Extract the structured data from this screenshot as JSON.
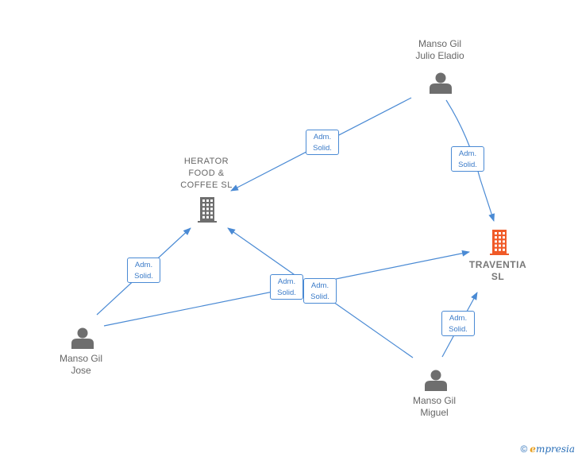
{
  "colors": {
    "edge": "#4a8ad4",
    "badge_text": "#3b7bc8",
    "person_icon": "#6e6e6e",
    "company_icon": "#6e6e6e",
    "company_primary_icon": "#f05a28",
    "label_text": "#666666"
  },
  "nodes": {
    "julio": {
      "type": "person",
      "icon": "person-icon",
      "label_lines": [
        "Manso Gil",
        "Julio Eladio"
      ]
    },
    "jose": {
      "type": "person",
      "icon": "person-icon",
      "label_lines": [
        "Manso Gil",
        "Jose"
      ]
    },
    "miguel": {
      "type": "person",
      "icon": "person-icon",
      "label_lines": [
        "Manso Gil",
        "Miguel"
      ]
    },
    "herator": {
      "type": "company",
      "icon": "building-icon",
      "label_lines": [
        "HERATOR",
        "FOOD &",
        "COFFEE  SL"
      ]
    },
    "traventia": {
      "type": "company-primary",
      "icon": "building-icon",
      "label_lines": [
        "TRAVENTIA",
        "SL"
      ]
    }
  },
  "edges": [
    {
      "from": "julio",
      "to": "herator",
      "label_lines": [
        "Adm.",
        "Solid."
      ]
    },
    {
      "from": "julio",
      "to": "traventia",
      "label_lines": [
        "Adm.",
        "Solid."
      ]
    },
    {
      "from": "jose",
      "to": "herator",
      "label_lines": [
        "Adm.",
        "Solid."
      ]
    },
    {
      "from": "jose",
      "to": "traventia",
      "label_lines": [
        "Adm.",
        "Solid."
      ]
    },
    {
      "from": "miguel",
      "to": "herator",
      "label_lines": [
        "Adm.",
        "Solid."
      ]
    },
    {
      "from": "miguel",
      "to": "traventia",
      "label_lines": [
        "Adm.",
        "Solid."
      ]
    }
  ],
  "watermark": {
    "copyright": "©",
    "brand_initial": "e",
    "brand_rest": "mpresia"
  }
}
